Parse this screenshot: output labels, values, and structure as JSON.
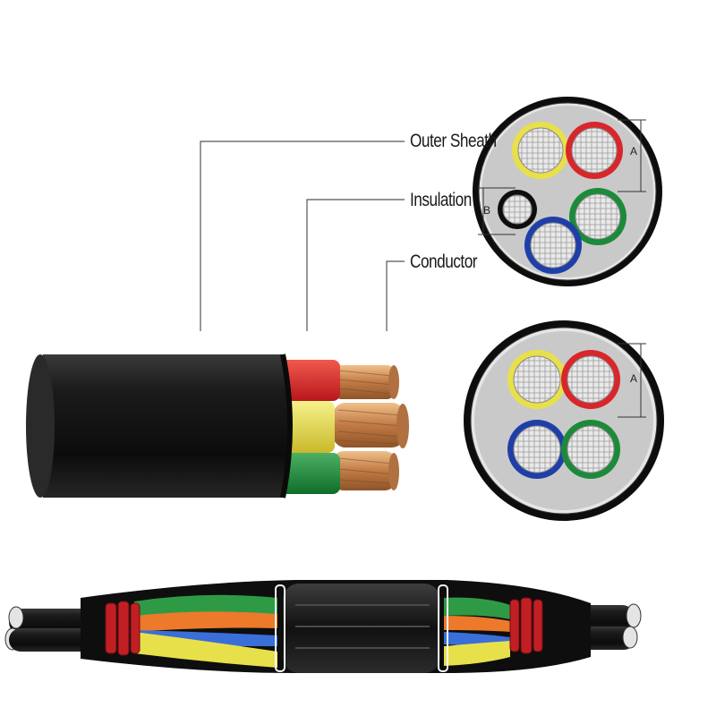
{
  "callouts": {
    "outer_sheath": "Outer Sheath",
    "insulation": "Insulation",
    "conductor": "Conductor"
  },
  "dimensions": {
    "a_top": "A",
    "b": "B",
    "a_bottom": "A"
  },
  "colors": {
    "sheath": "#141414",
    "red": "#d8262b",
    "yellow": "#e8e04a",
    "green": "#1c8a3a",
    "blue": "#1f3fa8",
    "copper": "#c98650",
    "orange": "#ec7a2a",
    "filler": "#c9c9c9"
  },
  "icons": [
    "cable-cross-section",
    "cable-joint"
  ]
}
